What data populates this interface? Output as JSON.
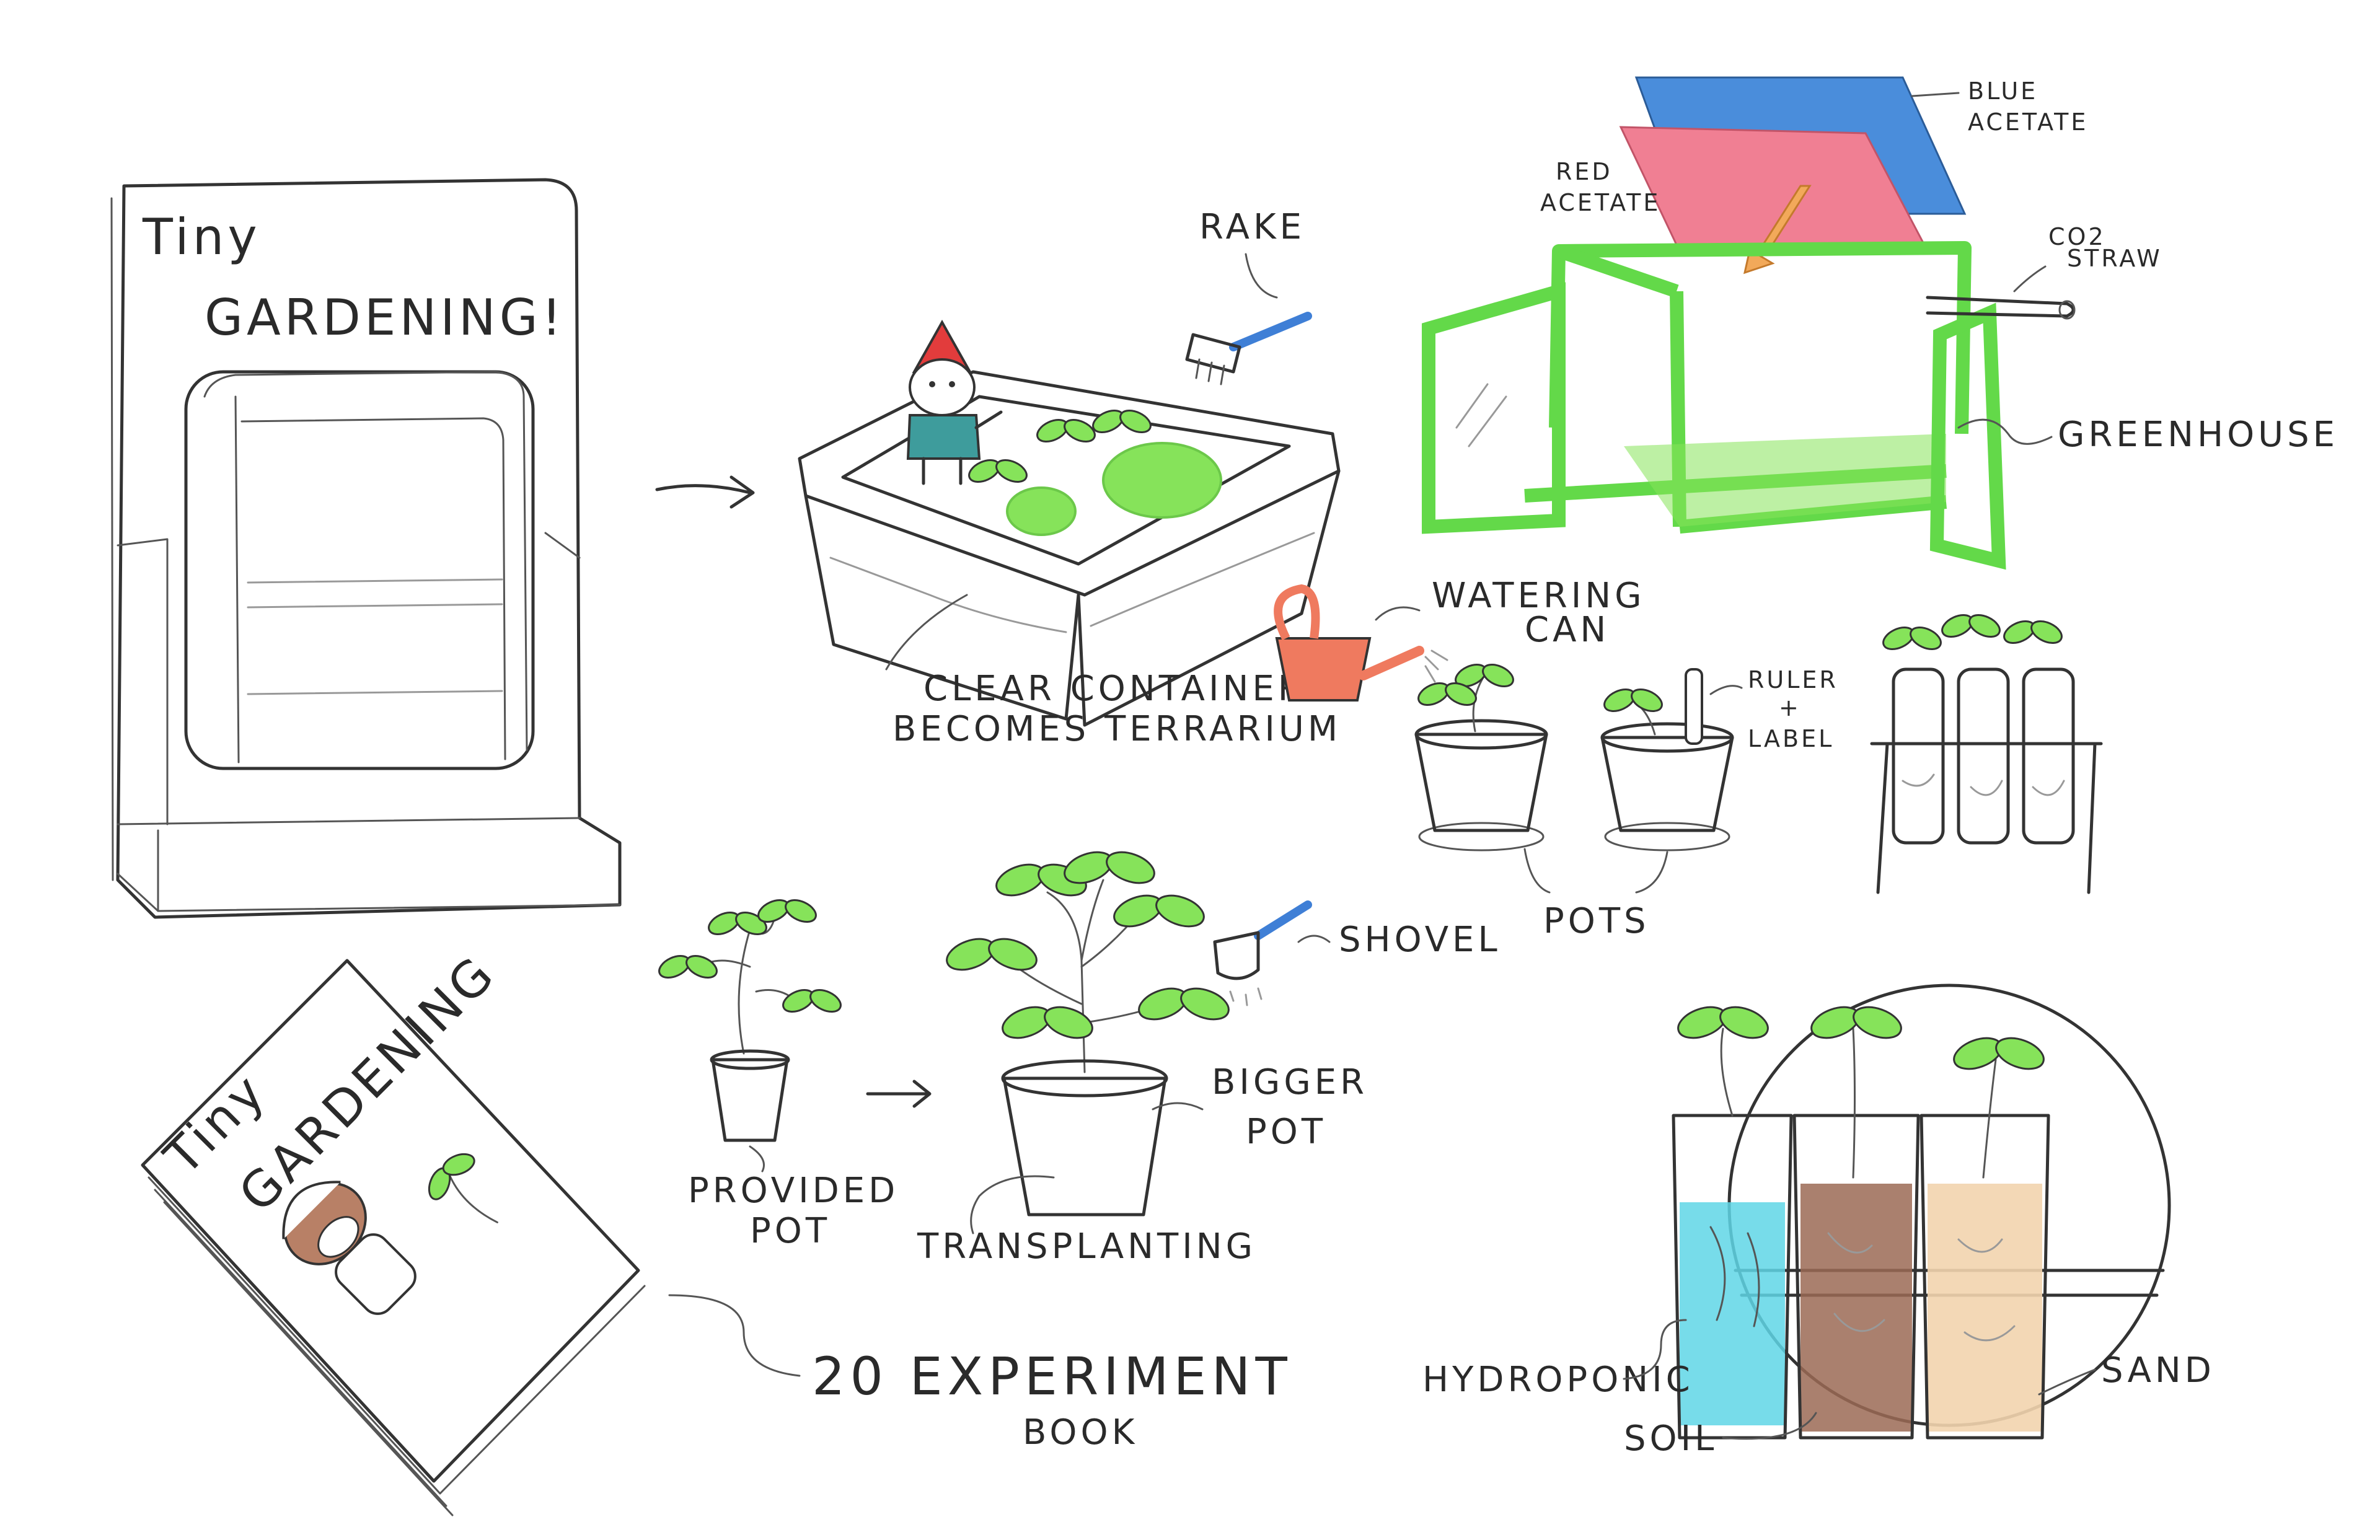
{
  "colors": {
    "ink": "#333333",
    "leaf_green": "#86e35a",
    "frame_green": "#63d949",
    "blue_acetate": "#4a8ddb",
    "red_acetate": "#f07f93",
    "watering_can": "#ef7a5f",
    "arrow_orange": "#f2a95a",
    "water_cyan": "#5fd6e6",
    "soil_brown": "#9b6a55",
    "sand_tan": "#f2d4ae",
    "gnome_hat": "#e23c3c",
    "gnome_shirt": "#3e9c9c",
    "tool_handle": "#3f7fd6"
  },
  "box": {
    "title_line1": "Tiny",
    "title_line2": "GARDENING!"
  },
  "book": {
    "title_line1": "Tiny",
    "title_line2": "GARDENING",
    "label_line1": "20 EXPERIMENT",
    "label_line2": "BOOK"
  },
  "terrarium": {
    "rake_label": "RAKE",
    "caption_line1": "CLEAR CONTAINER",
    "caption_line2": "BECOMES TERRARIUM"
  },
  "greenhouse": {
    "blue_label_line1": "BLUE",
    "blue_label_line2": "ACETATE",
    "red_label_line1": "RED",
    "red_label_line2": "ACETATE",
    "straw_label_line1": "CO2",
    "straw_label_line2": "STRAW",
    "label": "GREENHOUSE"
  },
  "pots": {
    "watering_label_line1": "WATERING",
    "watering_label_line2": "CAN",
    "ruler_label_line1": "RULER",
    "ruler_label_line2": "+",
    "ruler_label_line3": "LABEL",
    "pots_label": "POTS"
  },
  "transplant": {
    "shovel_label": "SHOVEL",
    "provided_line1": "PROVIDED",
    "provided_line2": "POT",
    "bigger_line1": "BIGGER",
    "bigger_line2": "POT",
    "transplanting_label": "TRANSPLANTING"
  },
  "hydro": {
    "hydroponic_label": "HYDROPONIC",
    "soil_label": "SOIL",
    "sand_label": "SAND"
  }
}
